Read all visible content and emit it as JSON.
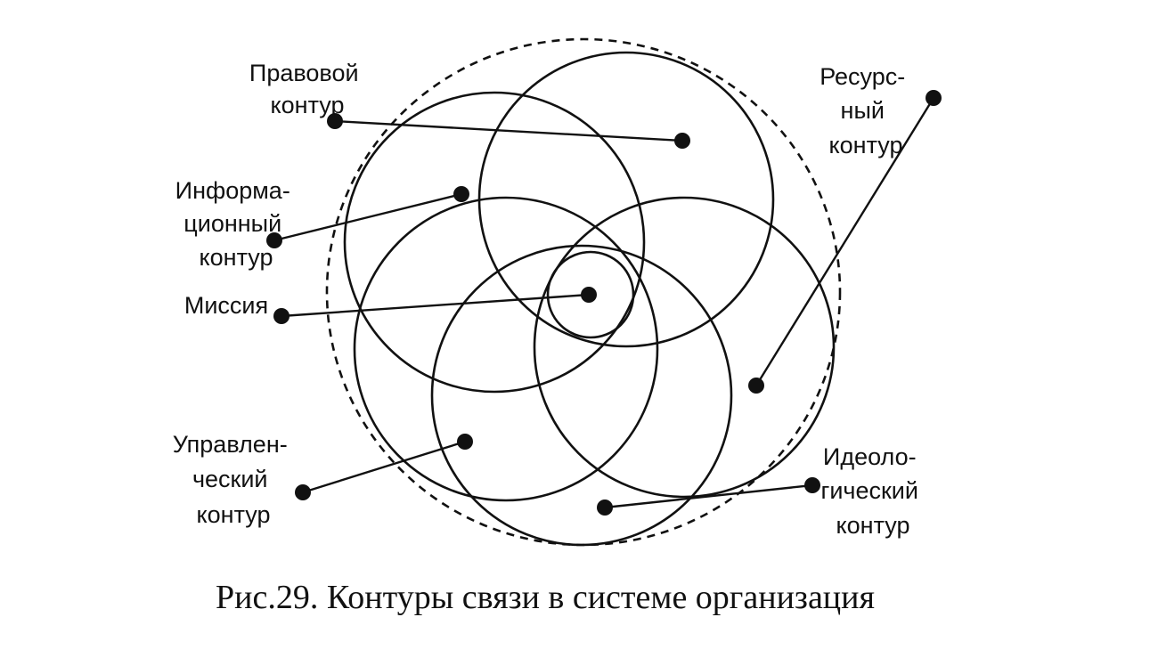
{
  "diagram": {
    "labels": {
      "legal": [
        "Правовой",
        "контур"
      ],
      "information": [
        "Информа-",
        "ционный",
        "контур"
      ],
      "mission": [
        "Миссия"
      ],
      "managerial": [
        "Управлен-",
        "ческий",
        "контур"
      ],
      "resource": [
        "Ресурс-",
        "ный",
        "контур"
      ],
      "ideological": [
        "Идеоло-",
        "гический",
        "контур"
      ]
    },
    "caption": "Рис.29. Контуры связи в системе организация"
  },
  "colors": {
    "ink": "#111111",
    "background": "#ffffff"
  }
}
